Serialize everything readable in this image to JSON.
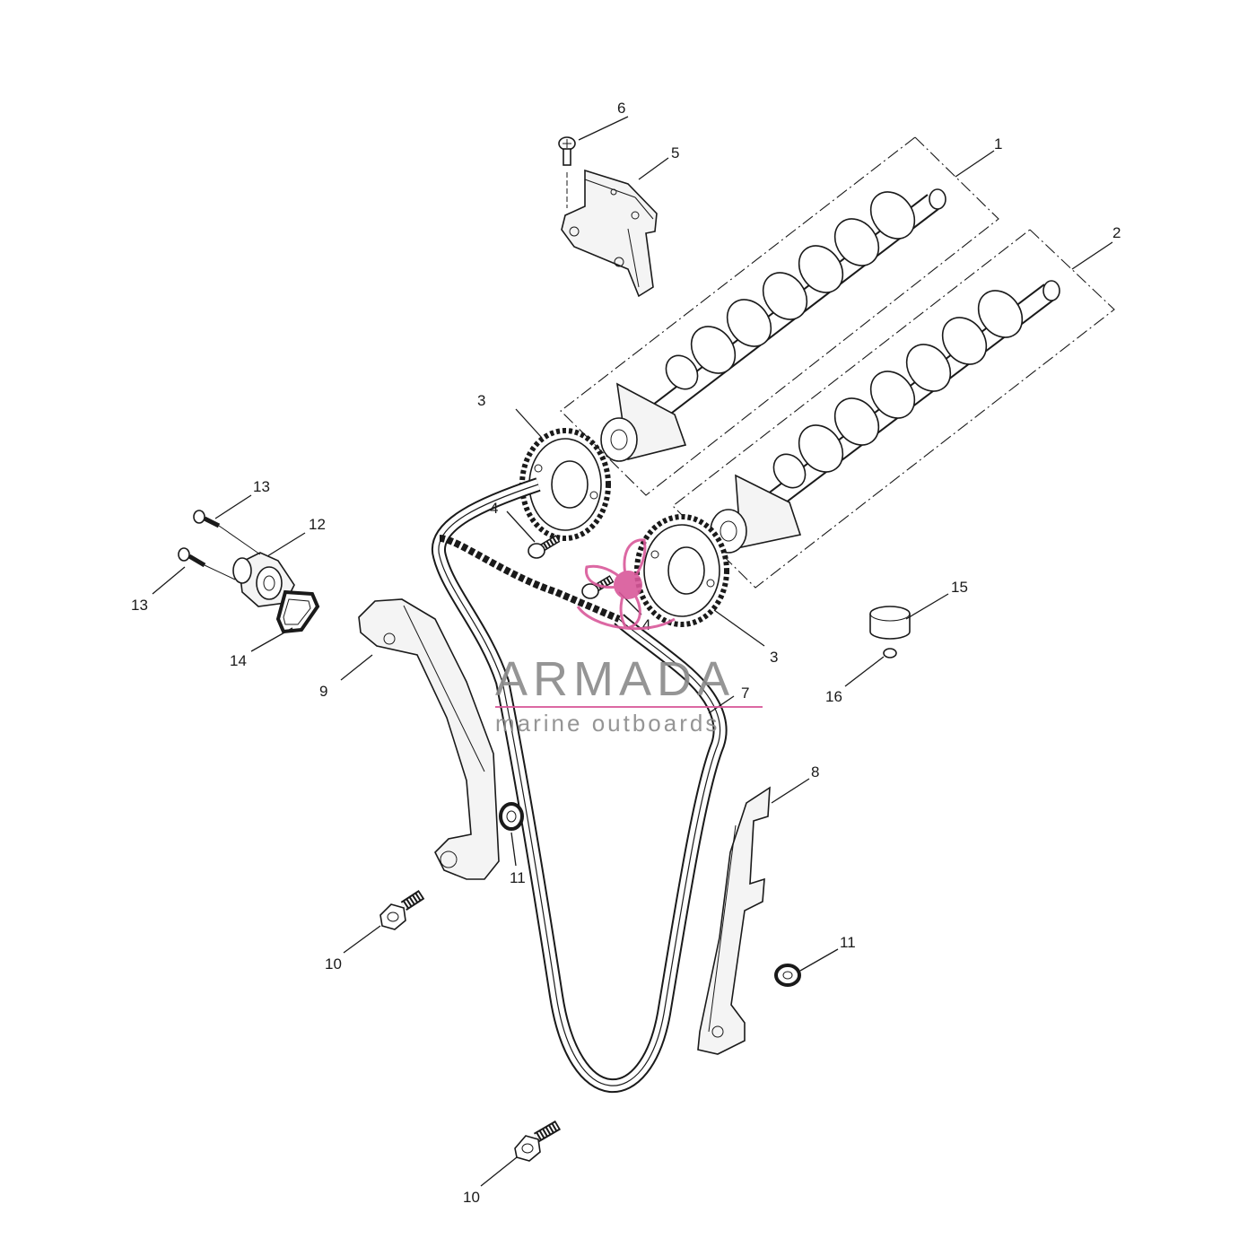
{
  "diagram": {
    "callouts": [
      "1",
      "2",
      "3",
      "3",
      "4",
      "4",
      "5",
      "6",
      "7",
      "8",
      "9",
      "10",
      "10",
      "11",
      "11",
      "12",
      "13",
      "13",
      "14",
      "15",
      "16"
    ]
  },
  "watermark": {
    "brand": "ARMADA",
    "tagline": "marine outboards",
    "accent_color": "#d9589a",
    "icon": "propeller-logo-icon"
  }
}
